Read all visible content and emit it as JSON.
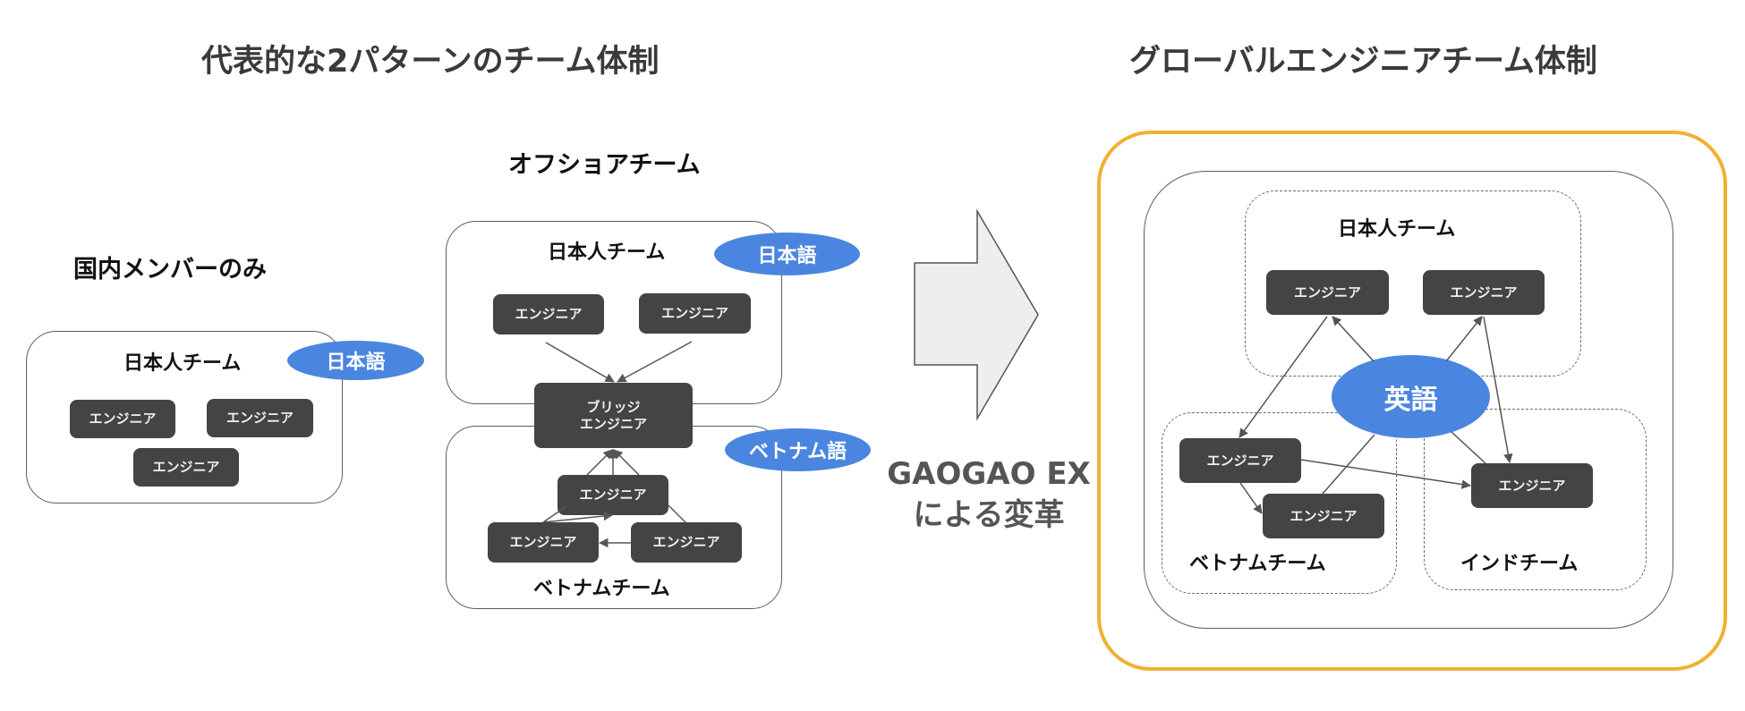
{
  "headings": {
    "left": "代表的な2パターンのチーム体制",
    "right": "グローバルエンジニアチーム体制"
  },
  "domestic": {
    "title": "国内メンバーのみ",
    "team_label": "日本人チーム",
    "language": "日本語",
    "engineers": [
      "エンジニア",
      "エンジニア",
      "エンジニア"
    ]
  },
  "offshore": {
    "title": "オフショアチーム",
    "jp_team_label": "日本人チーム",
    "jp_language": "日本語",
    "jp_engineers": [
      "エンジニア",
      "エンジニア"
    ],
    "bridge_line1": "ブリッジ",
    "bridge_line2": "エンジニア",
    "vn_team_label": "ベトナムチーム",
    "vn_language": "ベトナム語",
    "vn_engineers": [
      "エンジニア",
      "エンジニア",
      "エンジニア"
    ]
  },
  "transition": {
    "icon": "right-arrow-icon",
    "caption_line1": "GAOGAO EX",
    "caption_line2": "による変革"
  },
  "global": {
    "jp_team_label": "日本人チーム",
    "jp_engineers": [
      "エンジニア",
      "エンジニア"
    ],
    "language": "英語",
    "vn_team_label": "ベトナムチーム",
    "vn_engineers": [
      "エンジニア",
      "エンジニア"
    ],
    "in_team_label": "インドチーム",
    "in_engineers": [
      "エンジニア"
    ]
  },
  "colors": {
    "language_pill": "#4a86e0",
    "engineer_box": "#444444",
    "highlight_frame": "#efb131",
    "arrow_fill": "#eeeeee"
  }
}
